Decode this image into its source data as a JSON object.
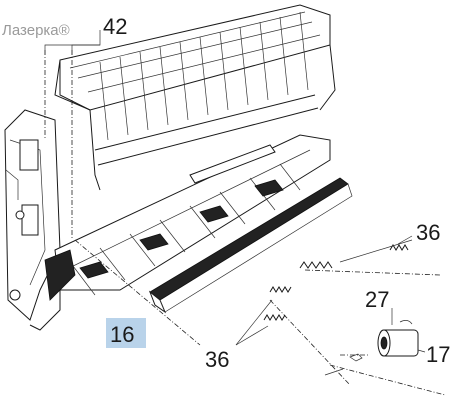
{
  "watermark": "Лазерка®",
  "callouts": {
    "top": "42",
    "right_upper": "36",
    "right_mid": "27",
    "right_lower": "17",
    "bottom_left": "16",
    "bottom_mid": "36"
  },
  "colors": {
    "highlight": "#b9d3ea",
    "line": "#1a1a1a"
  }
}
